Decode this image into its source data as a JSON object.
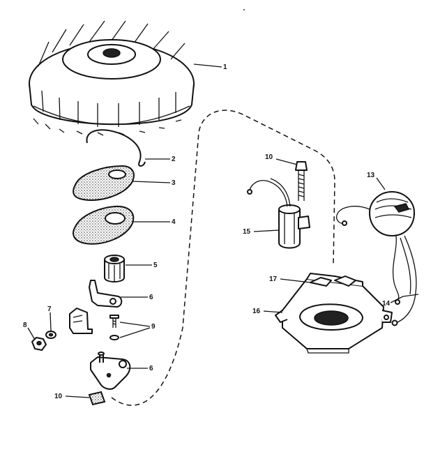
{
  "callouts": {
    "c1": "1",
    "c2": "2",
    "c3": "3",
    "c4": "4",
    "c5": "5",
    "c6a": "6",
    "c6b": "6",
    "c7": "7",
    "c8": "8",
    "c9": "9",
    "c10a": "10",
    "c10b": "10",
    "c13": "13",
    "c14": "14",
    "c15": "15",
    "c16": "16",
    "c17": "17"
  }
}
